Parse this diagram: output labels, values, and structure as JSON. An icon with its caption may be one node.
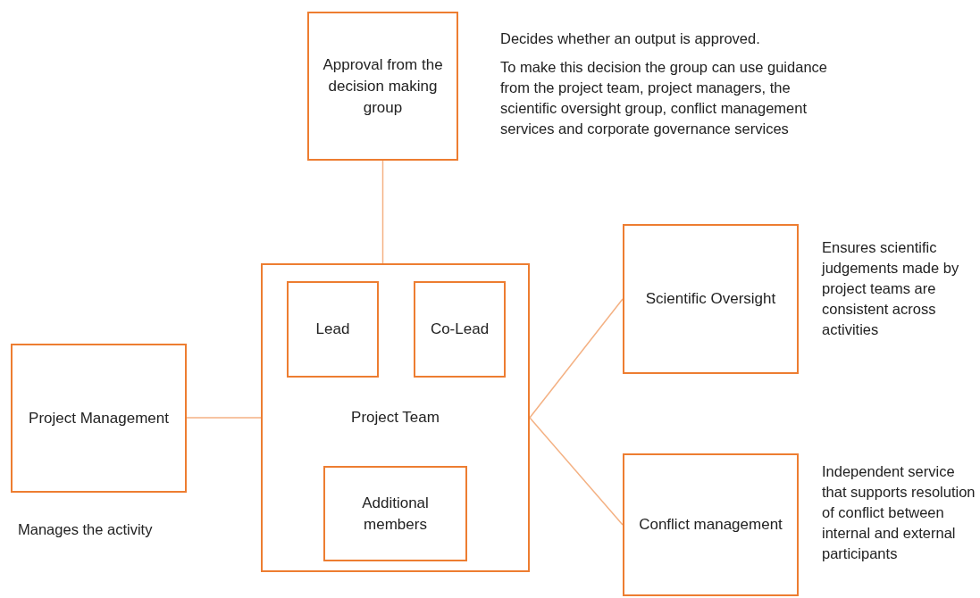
{
  "diagram": {
    "nodes": [
      {
        "text": [
          "Approval from the decision making group"
        ],
        "beside": [
          "Decides whether an output is approved.",
          "To make this decision the group can use guidance from the project team, project managers, the scientific oversight group, conflict management services and corporate governance services"
        ]
      },
      {
        "text": [
          "Project Team"
        ]
      },
      {
        "text": [
          "Lead"
        ],
        "in": 1
      },
      {
        "text": [
          "Co-Lead"
        ],
        "in": 1
      },
      {
        "text": [
          "Additional members"
        ],
        "in": 1
      },
      {
        "text": [
          "Project Management"
        ],
        "beside": [
          "Manages the activity"
        ]
      },
      {
        "text": [
          "Scientific Oversight"
        ],
        "beside": [
          "Ensures scientific judgements made by project teams are consistent across activities"
        ]
      },
      {
        "text": [
          "Conflict management"
        ],
        "beside": [
          "Independent service that supports resolution of conflict between internal and external participants"
        ]
      }
    ],
    "edges": [
      {
        "from": 0,
        "to": 1,
        "arrow": "none"
      },
      {
        "from": 5,
        "to": 1,
        "arrow": "none"
      },
      {
        "from": 1,
        "to": 6,
        "arrow": "none"
      },
      {
        "from": 1,
        "to": 7,
        "arrow": "none"
      }
    ]
  }
}
